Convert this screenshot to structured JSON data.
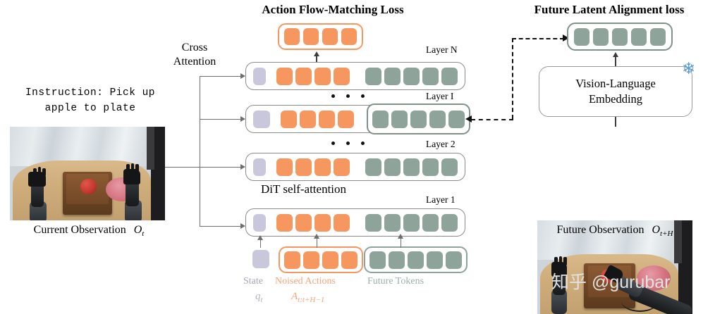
{
  "titles": {
    "left": "Action Flow-Matching Loss",
    "right": "Future Latent Alignment loss"
  },
  "instruction": {
    "line1": "Instruction: Pick up",
    "line2": "apple to plate"
  },
  "captions": {
    "current": "Current Observation",
    "current_symbol": "O",
    "current_sub": "t",
    "future": "Future Observation",
    "future_symbol": "O",
    "future_sub": "t+H"
  },
  "labels": {
    "cross_attention_line1": "Cross",
    "cross_attention_line2": "Attention",
    "dit_self_attention": "DiT self-attention",
    "state": "State",
    "state_symbol": "q",
    "state_sub": "t",
    "noised_actions": "Noised Actions",
    "noised_symbol": "A",
    "noised_sub": "t:t+H−1",
    "future_tokens": "Future Tokens"
  },
  "layers": [
    {
      "name": "Layer N",
      "state": 1,
      "actions": 4,
      "future": 5,
      "future_boxed": false
    },
    {
      "name": "Layer I",
      "state": 1,
      "actions": 4,
      "future": 5,
      "future_boxed": true
    },
    {
      "name": "Layer 2",
      "state": 1,
      "actions": 4,
      "future": 5,
      "future_boxed": false
    },
    {
      "name": "Layer 1",
      "state": 1,
      "actions": 4,
      "future": 5,
      "future_boxed": false
    }
  ],
  "output_row": {
    "actions": 4
  },
  "target_row": {
    "future": 5
  },
  "input_row": {
    "state": 1,
    "actions": 4,
    "future": 5
  },
  "vision_language_box": {
    "line1": "Vision-Language",
    "line2": "Embedding",
    "frozen_icon": "snowflake-icon",
    "frozen_glyph": "❄"
  },
  "ellipsis": {
    "glyph": "•••",
    "count": 3
  },
  "watermark": "知乎 @gurubar",
  "colors": {
    "action_token": "#f79760",
    "future_token": "#8ea399",
    "state_token": "#c9c7dc",
    "row_border": "#8b8b8b",
    "connector": "#6e6e6e",
    "frozen": "#5b9bd5",
    "watermark": "#e2e2e2"
  }
}
